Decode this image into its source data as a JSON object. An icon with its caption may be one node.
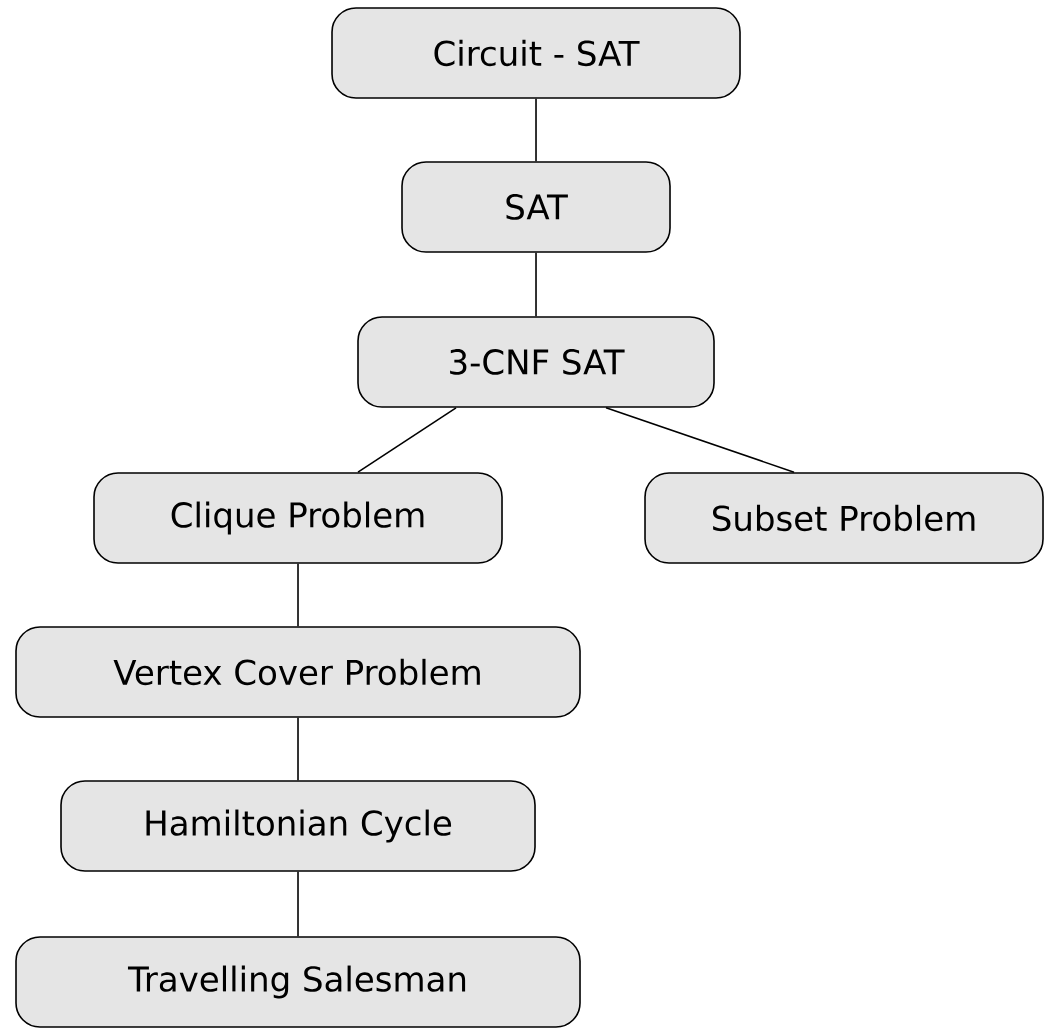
{
  "diagram": {
    "nodes": [
      {
        "text": [
          "Circuit - SAT"
        ]
      },
      {
        "text": [
          "SAT"
        ]
      },
      {
        "text": [
          "3-CNF SAT"
        ]
      },
      {
        "text": [
          "Clique Problem"
        ]
      },
      {
        "text": [
          "Subset Problem"
        ]
      },
      {
        "text": [
          "Vertex Cover Problem"
        ]
      },
      {
        "text": [
          "Hamiltonian Cycle"
        ]
      },
      {
        "text": [
          "Travelling Salesman"
        ]
      }
    ],
    "edges": [
      {
        "from": 0,
        "to": 1,
        "arrow": "none"
      },
      {
        "from": 1,
        "to": 2,
        "arrow": "none"
      },
      {
        "from": 2,
        "to": 3,
        "arrow": "none"
      },
      {
        "from": 2,
        "to": 4,
        "arrow": "none"
      },
      {
        "from": 3,
        "to": 5,
        "arrow": "none"
      },
      {
        "from": 5,
        "to": 6,
        "arrow": "none"
      },
      {
        "from": 6,
        "to": 7,
        "arrow": "none"
      }
    ]
  }
}
